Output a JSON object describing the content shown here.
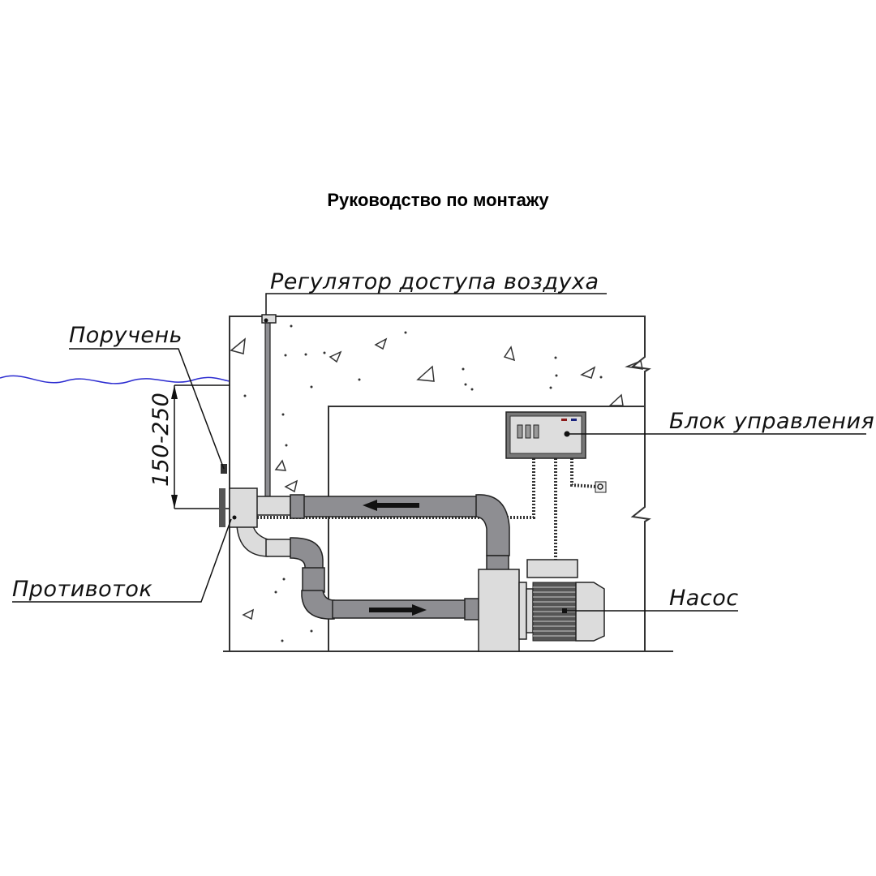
{
  "title": "Руководство по монтажу",
  "labels": {
    "air_regulator": "Регулятор доступа воздуха",
    "handrail": "Поручень",
    "dimension": "150-250",
    "control_unit": "Блок управления",
    "counterflow": "Противоток",
    "pump": "Насос"
  },
  "colors": {
    "water": "#2b2bd0",
    "pipe": "#8e8e92",
    "fitting": "#dcdcdc",
    "led_red": "#8b1a1a",
    "led_blue": "#1a237e"
  }
}
